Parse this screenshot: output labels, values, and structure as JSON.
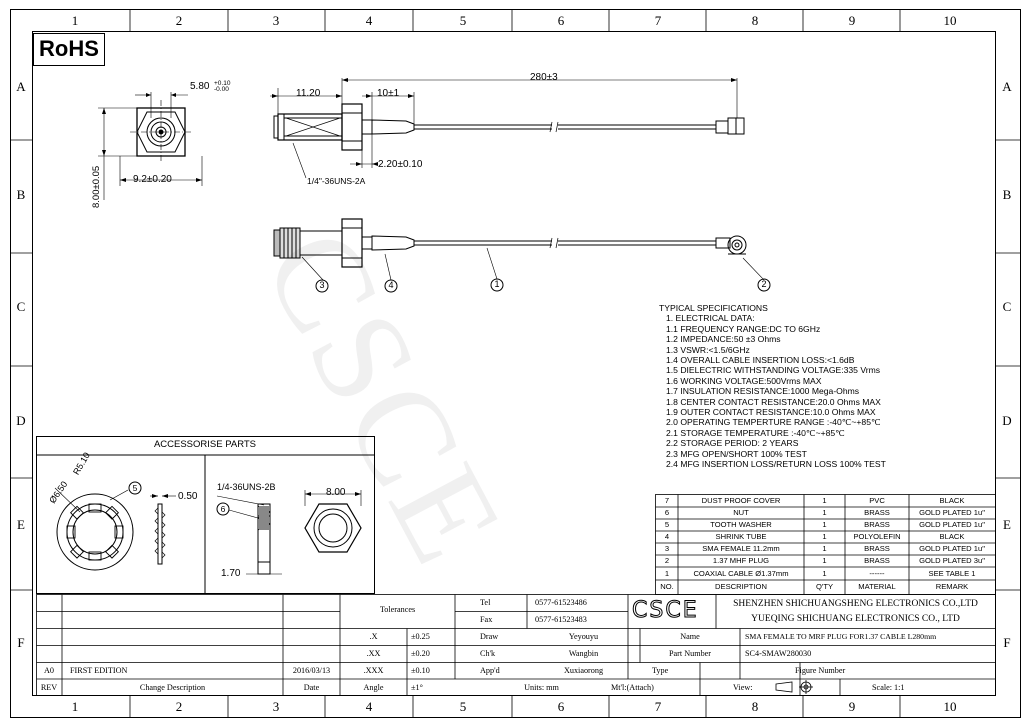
{
  "rohs_label": "RoHS",
  "zones": {
    "columns": [
      "1",
      "2",
      "3",
      "4",
      "5",
      "6",
      "7",
      "8",
      "9",
      "10"
    ],
    "rows": [
      "A",
      "B",
      "C",
      "D",
      "E",
      "F"
    ]
  },
  "dimensions": {
    "overall_length": "280±3",
    "front_a": "5.80",
    "front_tol_plus": "+0.10",
    "front_tol_minus": "-0.00",
    "front_height": "8.00±0.05",
    "front_width": "9.2±0.20",
    "connector_length": "11.20",
    "shrink_length": "10±1",
    "cable_offset": "2.20±0.10",
    "thread": "1/4\"-36UNS-2A"
  },
  "balloons": [
    "3",
    "4",
    "1",
    "2"
  ],
  "watermark": "CSCE",
  "specs": {
    "title": "TYPICAL SPECIFICATIONS",
    "lines": [
      "1. ELECTRICAL DATA:",
      "1.1 FREQUENCY RANGE:DC TO 6GHz",
      "1.2 IMPEDANCE:50 ±3 Ohms",
      "1.3 VSWR:<1.5/6GHz",
      "1.4 OVERALL CABLE INSERTION LOSS:<1.6dB",
      "1.5 DIELECTRIC WITHSTANDING VOLTAGE:335 Vrms",
      "1.6 WORKING VOLTAGE:500Vrms MAX",
      "1.7 INSULATION RESISTANCE:1000 Mega-Ohms",
      "1.8 CENTER CONTACT RESISTANCE:20.0 Ohms MAX",
      "1.9 OUTER CONTACT RESISTANCE:10.0 Ohms MAX",
      "2.0 OPERATING TEMPERTURE RANGE :-40℃~+85℃",
      "2.1 STORAGE TEMPERATURE :-40℃~+85℃",
      "2.2  STORAGE PERIOD: 2 YEARS",
      "2.3 MFG OPEN/SHORT 100% TEST",
      "2.4 MFG INSERTION LOSS/RETURN LOSS 100% TEST"
    ]
  },
  "accessories": {
    "title": "ACCESSORISE PARTS",
    "washer_r": "R5.10",
    "washer_d": "Ø6.50",
    "washer_t": "0.50",
    "balloon_5": "5",
    "nut_thread": "1/4-36UNS-2B",
    "balloon_6": "6",
    "nut_t": "1.70",
    "nut_w": "8.00"
  },
  "bom": {
    "header": [
      "NO.",
      "DESCRIPTION",
      "Q'TY",
      "MATERIAL",
      "REMARK"
    ],
    "rows": [
      [
        "7",
        "DUST PROOF COVER",
        "1",
        "PVC",
        "BLACK"
      ],
      [
        "6",
        "NUT",
        "1",
        "BRASS",
        "GOLD PLATED  1u\""
      ],
      [
        "5",
        "TOOTH WASHER",
        "1",
        "BRASS",
        "GOLD PLATED  1u\""
      ],
      [
        "4",
        "SHRINK TUBE",
        "1",
        "POLYOLEFIN",
        "BLACK"
      ],
      [
        "3",
        "SMA FEMALE 11.2mm",
        "1",
        "BRASS",
        "GOLD PLATED  1u\""
      ],
      [
        "2",
        "1.37 MHF PLUG",
        "1",
        "BRASS",
        "GOLD PLATED  3u\""
      ],
      [
        "1",
        "COAXIAL CABLE Ø1.37mm",
        "1",
        "------",
        "SEE TABLE 1"
      ]
    ]
  },
  "title_block": {
    "tolerances_label": "Tolerances",
    "tol_rows": [
      [
        ".X",
        "±0.25"
      ],
      [
        ".XX",
        "±0.20"
      ],
      [
        ".XXX",
        "±0.10"
      ],
      [
        "Angle",
        "±1°"
      ]
    ],
    "tel_label": "Tel",
    "tel": "0577-61523486",
    "fax_label": "Fax",
    "fax": "0577-61523483",
    "logo": "CSCE",
    "company_1": "SHENZHEN SHICHUANGSHENG ELECTRONICS CO.,LTD",
    "company_2": "YUEQING SHICHUANG ELECTRONICS CO., LTD",
    "draw_label": "Draw",
    "draw": "Yeyouyu",
    "name_label": "Name",
    "name": "SMA FEMALE TO MRF PLUG FOR1.37 CABLE L280mm",
    "chk_label": "Ch'k",
    "chk": "Wangbin",
    "part_label": "Part Number",
    "part": "SC4-SMAW280030",
    "appd_label": "App'd",
    "appd": "Xuxiaorong",
    "type_label": "Type",
    "figure_label": "Figure Number",
    "units": "Units: mm",
    "mtl": "Mt'l:(Attach)",
    "view_label": "View:",
    "scale": "Scale: 1:1",
    "rev_code": "A0",
    "rev_desc": "FIRST EDITION",
    "rev_date": "2016/03/13",
    "rev_label": "REV",
    "change_label": "Change Description",
    "date_label": "Date"
  }
}
